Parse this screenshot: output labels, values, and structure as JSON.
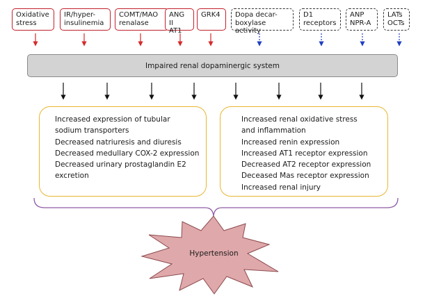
{
  "factors": [
    {
      "label": "Oxidative\nstress",
      "style": "solid"
    },
    {
      "label": "IR/hyper-\ninsulinemia",
      "style": "solid"
    },
    {
      "label": "COMT/MAO\nrenalase",
      "style": "solid"
    },
    {
      "label": "ANG II\nAT1",
      "style": "solid"
    },
    {
      "label": "GRK4",
      "style": "solid"
    },
    {
      "label": "Dopa decar-\nboxylase activity",
      "style": "dashed"
    },
    {
      "label": "D1\nreceptors",
      "style": "dashed"
    },
    {
      "label": "ANP\nNPR-A",
      "style": "dashed"
    },
    {
      "label": "LATs\nOCTs",
      "style": "dashed"
    }
  ],
  "central": "Impaired renal dopaminergic system",
  "left_effects": [
    "Increased expression of tubular\nsodium transporters",
    "Decreased natriuresis and diuresis",
    "Decreased medullary COX-2 expression",
    "Decreased urinary prostaglandin E2\nexcretion"
  ],
  "right_effects": [
    "Increased renal oxidative stress\nand inflammation",
    "Increased renin expression",
    "Increased AT1 receptor expression",
    "Decreased AT2 receptor expression",
    "Deceased Mas receptor expression",
    "Increased renal injury"
  ],
  "outcome": "Hypertension",
  "colors": {
    "increase_arrow": "#d42a2a",
    "decrease_arrow": "#1f3fbf",
    "effect_box_border": "#e8b62e",
    "brace": "#8e5aa6",
    "burst_fill": "#dfa8aa",
    "burst_stroke": "#8b4a4c",
    "central_fill": "#d3d3d3"
  }
}
